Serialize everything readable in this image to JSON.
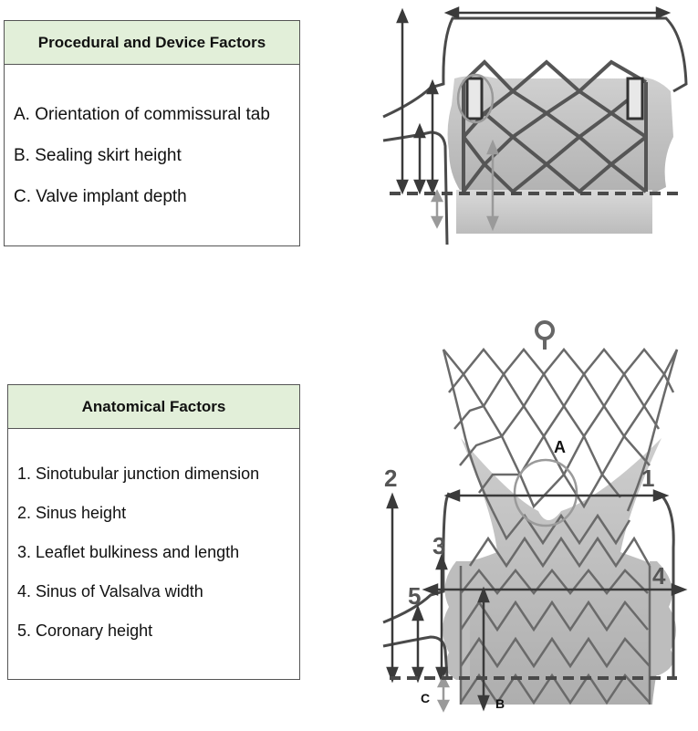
{
  "procedural_panel": {
    "title": "Procedural and Device Factors",
    "items": [
      "A.  Orientation of commissural tab",
      "B.  Sealing skirt height",
      "C.  Valve implant depth"
    ]
  },
  "anatomical_panel": {
    "title": "Anatomical Factors",
    "items": [
      "1. Sinotubular junction dimension",
      "2. Sinus height",
      "3. Leaflet bulkiness and length",
      "4. Sinus of Valsalva width",
      "5. Coronary height"
    ]
  },
  "bottom_diagram": {
    "labels": {
      "a": "A",
      "b": "B",
      "c": "C",
      "n1": "1",
      "n2": "2",
      "n3": "3",
      "n4": "4",
      "n5": "5"
    }
  },
  "colors": {
    "header_fill": "#e2efd9",
    "frame_stroke": "#555555",
    "arrow_dark": "#3a3a3a",
    "arrow_light": "#9a9a9a",
    "tissue_gray": "#bdbdbd"
  }
}
